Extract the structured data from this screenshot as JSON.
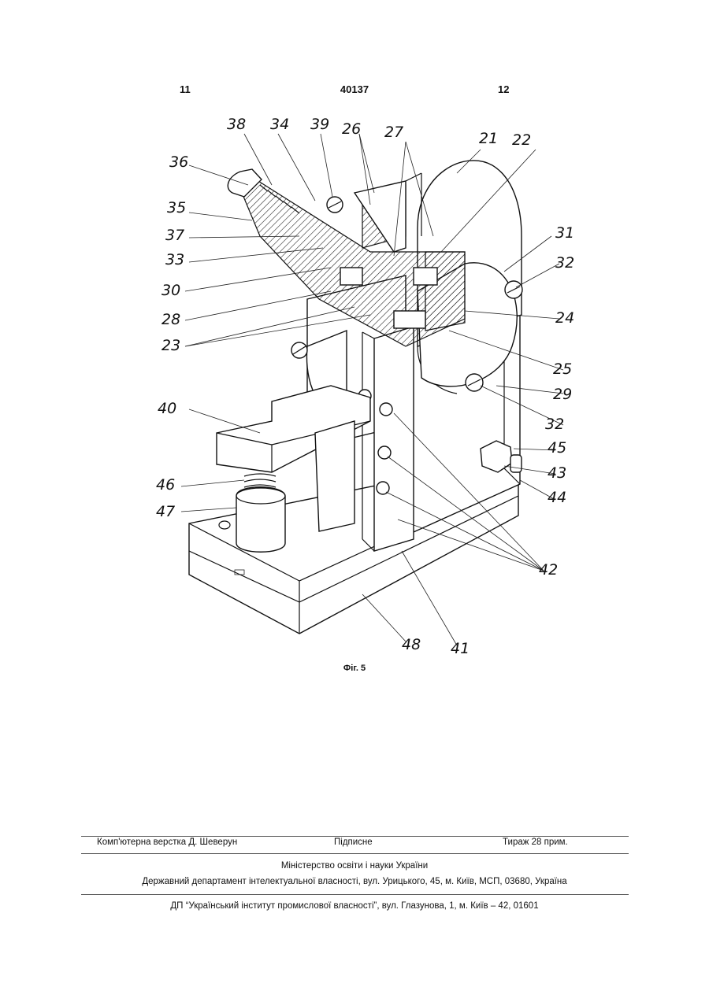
{
  "header": {
    "page_left": "11",
    "doc_number": "40137",
    "page_right": "12"
  },
  "figure": {
    "caption": "Фіг. 5",
    "labels": {
      "l38": "38",
      "l34": "34",
      "l39": "39",
      "l26": "26",
      "l27": "27",
      "l21": "21",
      "l22": "22",
      "l36": "36",
      "l35": "35",
      "l37": "37",
      "l33": "33",
      "l30": "30",
      "l28": "28",
      "l23": "23",
      "l31": "31",
      "l32a": "32",
      "l24": "24",
      "l25": "25",
      "l29": "29",
      "l32b": "32",
      "l40": "40",
      "l45": "45",
      "l43": "43",
      "l44": "44",
      "l46": "46",
      "l47": "47",
      "l42": "42",
      "l48": "48",
      "l41": "41"
    }
  },
  "footer": {
    "typesetting": "Комп'ютерна верстка Д. Шеверун",
    "signed": "Підписне",
    "circulation": "Тираж 28 прим.",
    "ministry": "Міністерство освіти і науки України",
    "department": "Державний департамент інтелектуальної власності, вул. Урицького, 45, м. Київ, МСП, 03680, Україна",
    "institute": "ДП “Український інститут промислової власності”, вул. Глазунова, 1, м. Київ – 42, 01601"
  }
}
